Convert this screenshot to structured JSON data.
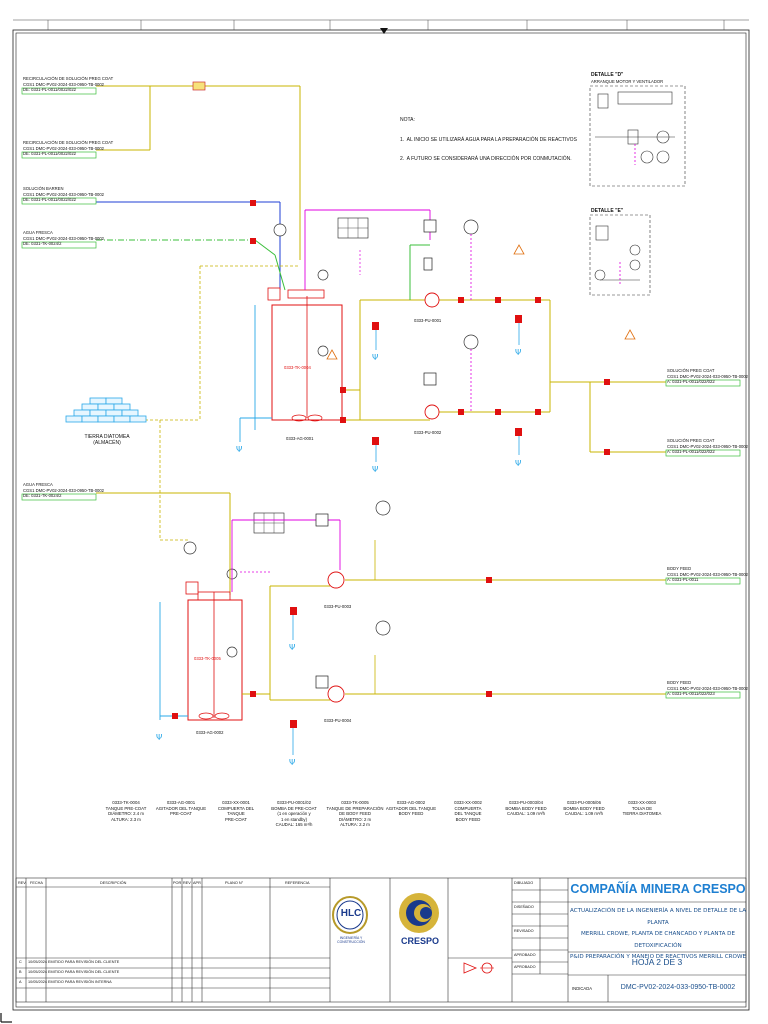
{
  "notes": {
    "title": "NOTA:",
    "items": [
      "1.  AL INICIO SE UTILIZARÁ AGUA PARA LA PREPARACIÓN DE REACTIVOS",
      "2.  A FUTURO SE CONSIDERARÁ UNA DIRECCIÓN POR CONMUTACIÓN."
    ]
  },
  "inlets": [
    {
      "line1": "RECIRCULACIÓN DE SOLUCIÓN PREG COAT",
      "tag": "CGS1",
      "dwg": "DMC-PV02-2024-033-0950-TB-0002",
      "ref": "DE: 0331-PL-0011/0022/022"
    },
    {
      "line1": "RECIRCULACIÓN DE SOLUCIÓN PREG COAT",
      "tag": "CGS1",
      "dwg": "DMC-PV02-2024-033-0950-TB-0002",
      "ref": "DE: 0331-PL-0011/0022/022"
    },
    {
      "line1": "SOLUCIÓN BARREN",
      "tag": "CGS1",
      "dwg": "DMC-PV02-2024-033-0950-TB-0002",
      "ref": "DE: 0331-PL-0011/0022/022"
    },
    {
      "line1": "AGUA FRESCA",
      "tag": "CGS1",
      "dwg": "DMC-PV02-2024-033-0950-TB-0002",
      "ref": "DE: 0331-TK-0024/2"
    },
    {
      "line1": "AGUA FRESCA",
      "tag": "CGS1",
      "dwg": "DMC-PV02-2024-033-0950-TB-0002",
      "ref": "DE: 0331-TK-0024/2"
    }
  ],
  "outlets": [
    {
      "line1": "SOLUCIÓN PREG COAT",
      "tag": "CGS1",
      "dwg": "DMC-PV02-2024-033-0950-TB-0002",
      "ref": "A: 0331-PL-0011/022/022"
    },
    {
      "line1": "SOLUCIÓN PREG COAT",
      "tag": "CGS1",
      "dwg": "DMC-PV02-2024-033-0950-TB-0002",
      "ref": "A: 0331-PL-0011/022/022"
    },
    {
      "line1": "BODY FEED",
      "tag": "CGS1",
      "dwg": "DMC-PV02-2024-033-0950-TB-0002",
      "ref": "A: 0331-PL-0011"
    },
    {
      "line1": "BODY FEED",
      "tag": "CGS1",
      "dwg": "DMC-PV02-2024-033-0950-TB-0002",
      "ref": "A: 0331-PL-0011/022/023"
    }
  ],
  "storage": {
    "label1": "TIERRA DIATOMEA",
    "label2": "(ALMACÉN)"
  },
  "details": [
    {
      "title": "DETALLE \"D\"",
      "sub": "ARRANQUE MOTOR Y VENTILADOR"
    },
    {
      "title": "DETALLE \"E\""
    }
  ],
  "legend": [
    {
      "text": "0333-TK-0004\nTANQUE PRE-COAT\nDIÁMETRO: 2.4 m\nALTURA: 2.3 m"
    },
    {
      "text": "0333-AG-0001\nAGITADOR DEL TANQUE\nPRE-COAT"
    },
    {
      "text": "0333-XX-0001\nCOMPUERTA DEL TANQUE\nPRE-COAT"
    },
    {
      "text": "0333-PU-0001/02\nBOMBA DE PRE-COAT\n(1 en operación y\n1 en standby)\nCAUDAL: 165 m³/h"
    },
    {
      "text": "0333-TK-0005\nTANQUE DE PREPARACIÓN\nDE BODY FEED\nDIÁMETRO: 2 m\nALTURA: 2.2 m"
    },
    {
      "text": "0333-AG-0002\nAGITADOR DEL TANQUE\nBODY FEED"
    },
    {
      "text": "0333-XX-0002\nCOMPUERTA\nDEL TANQUE\nBODY FEED"
    },
    {
      "text": "0333-PU-0003/04\nBOMBA BODY FEED\nCAUDAL: 1.09 m³/h"
    },
    {
      "text": "0333-PU-0005/06\nBOMBA BODY FEED\nCAUDAL: 1.09 m³/h"
    },
    {
      "text": "0333-XX-0003\nTOLVA DE\nTIERRA DIATOMEA"
    }
  ],
  "equipment_tags": {
    "tank1": "0333-TK-0004",
    "tank2": "0333-TK-0005",
    "pump1": "0333-PU-0001",
    "pump2": "0333-PU-0002",
    "pump3": "0333-PU-0003",
    "pump4": "0333-PU-0004",
    "agit1": "0333-AG-0001",
    "agit2": "0333-AG-0002"
  },
  "title_block": {
    "company": "COMPAÑÍA MINERA CRESPO",
    "description": [
      "ACTUALIZACIÓN DE LA INGENIERÍA A NIVEL DE DETALLE DE LA PLANTA",
      "MERRILL CROWE, PLANTA DE CHANCADO Y PLANTA DE DETOXIFICACIÓN",
      "P&ID PREPARACIÓN Y MANEJO DE REACTIVOS MERRILL CROWE"
    ],
    "sheet": "HOJA 2 DE 3",
    "drawing_number": "DMC-PV02-2024-033-0950-TB-0002",
    "logo_hlc": "HLC",
    "logo_hlc_sub": "INGENIERÍA Y CONSTRUCCIÓN",
    "logo_crespo": "CRESPO",
    "rev_headers": [
      "REV.",
      "FECHA",
      "DESCRIPCIÓN",
      "POR",
      "REV",
      "APR",
      "PLANO N°",
      "REFERENCIA"
    ],
    "revisions": [
      {
        "rev": "A",
        "date": "10/05/2024",
        "desc": "EMITIDO PARA REVISIÓN INTERNA"
      },
      {
        "rev": "B",
        "date": "10/05/2024",
        "desc": "EMITIDO PARA REVISIÓN DEL CLIENTE"
      },
      {
        "rev": "C",
        "date": "10/05/2024",
        "desc": "EMITIDO PARA REVISIÓN DEL CLIENTE"
      }
    ],
    "approvals": [
      "DIBUJADO",
      "DISEÑADO",
      "REVISADO",
      "APROBADO",
      "APROBADO"
    ],
    "scale": "INDICADA"
  },
  "colors": {
    "yellow_line": "#c9b400",
    "blue_line": "#1f3fd6",
    "green_line": "#3bbf3b",
    "magenta_line": "#e000e0",
    "red_line": "#e01010",
    "cyan_line": "#2aa8e8",
    "title_blue": "#1e7fd1",
    "desc_blue": "#1a4f8c"
  }
}
